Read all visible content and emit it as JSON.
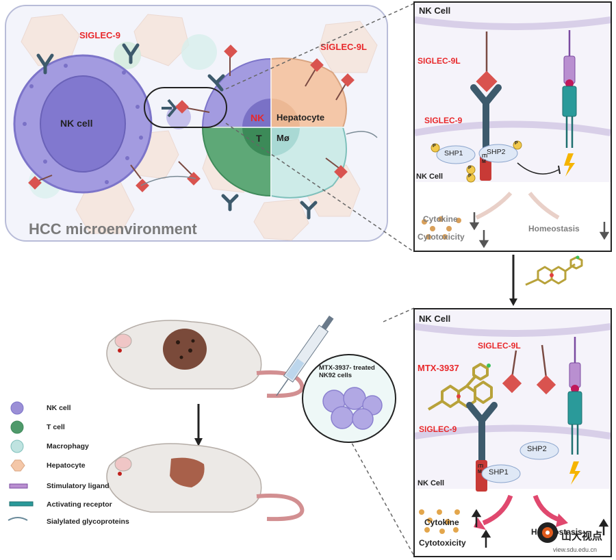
{
  "top_left": {
    "siglec9": "SIGLEC-9",
    "siglec9l": "SIGLEC-9L",
    "nk_cell": "NK cell",
    "nk": "NK",
    "hepatocyte": "Hepatocyte",
    "t": "T",
    "mo": "Mø",
    "caption": "HCC microenvironment"
  },
  "panel_top": {
    "title": "NK Cell",
    "siglec9l": "SIGLEC-9L",
    "siglec9": "SIGLEC-9",
    "shp1": "SHP1",
    "shp2": "SHP2",
    "itim": "ITIM",
    "p": "P",
    "nk_cell_bottom": "NK Cell",
    "cytokine": "Cytokine",
    "cytotoxicity": "Cytotoxicity",
    "homeostasis": "Homeostasis"
  },
  "panel_bottom": {
    "title": "NK Cell",
    "siglec9l": "SIGLEC-9L",
    "mtx": "MTX-3937",
    "siglec9": "SIGLEC-9",
    "shp2": "SHP2",
    "shp1": "SHP1",
    "itim": "ITIM",
    "nk_cell_bottom": "NK Cell",
    "cytokine": "Cytokine",
    "cytotoxicity": "Cytotoxicity",
    "homeostasis": "Homeostasis"
  },
  "middle": {
    "treated_cells": "MTX-3937- treated\nNK92 cells"
  },
  "legend": [
    {
      "icon": "nk-cell-icon",
      "label": "NK cell",
      "color": "#9b8fd6"
    },
    {
      "icon": "t-cell-icon",
      "label": "T cell",
      "color": "#4f9a6b"
    },
    {
      "icon": "macrophage-icon",
      "label": "Macrophagy",
      "color": "#bfe3e0"
    },
    {
      "icon": "hepatocyte-icon",
      "label": "Hepatocyte",
      "color": "#f4c7a8"
    },
    {
      "icon": "stimulatory-ligand-icon",
      "label": "Stimulatory ligand",
      "color": "#9a6fb0"
    },
    {
      "icon": "activating-receptor-icon",
      "label": "Activating receptor",
      "color": "#2a9a9a"
    },
    {
      "icon": "sialylated-glycoprotein-icon",
      "label": "Sialylated glycoproteins",
      "color": "#6a8a9a"
    }
  ],
  "watermark": {
    "cn": "山大视点",
    "url": "view.sdu.edu.cn"
  },
  "colors": {
    "siglec": "#3d5a6c",
    "ligand": "#d9534f",
    "nk_purple": "#8f86d8",
    "t_green": "#4f9a6b",
    "hepatocyte": "#f4c7a8",
    "membrane": "#e4dcef",
    "label_red": "#e8282b"
  }
}
